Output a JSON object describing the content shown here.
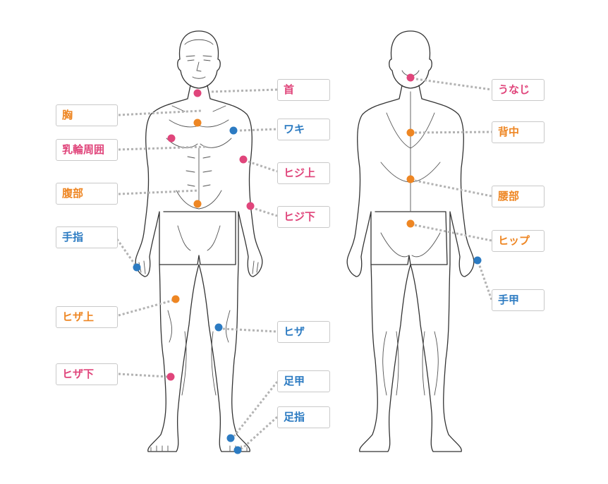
{
  "colors": {
    "pink": "#e0457b",
    "orange": "#ee8623",
    "blue": "#2c7bc2",
    "line": "#b3b3b3"
  },
  "labels": {
    "neck": "首",
    "chest": "胸",
    "armpit": "ワキ",
    "areola": "乳輪周囲",
    "upper_elbow": "ヒジ上",
    "abdomen": "腹部",
    "lower_elbow": "ヒジ下",
    "fingers": "手指",
    "upper_knee": "ヒザ上",
    "knee": "ヒザ",
    "lower_knee": "ヒザ下",
    "instep": "足甲",
    "toes": "足指",
    "nape": "うなじ",
    "back": "背中",
    "lower_back": "腰部",
    "hip": "ヒップ",
    "back_of_hand": "手甲"
  }
}
